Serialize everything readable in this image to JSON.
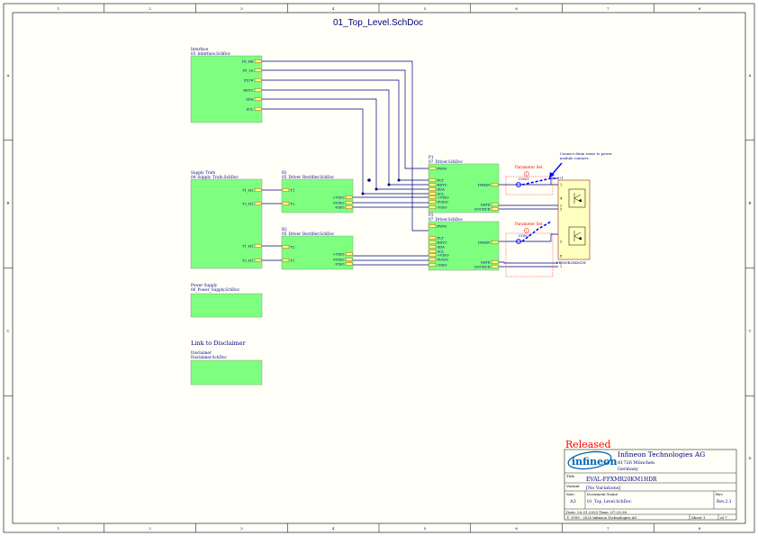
{
  "sheet": {
    "title": "01_Top_Level.SchDoc",
    "col_labels": [
      "1",
      "2",
      "3",
      "4",
      "5",
      "6",
      "7",
      "8"
    ],
    "row_labels": [
      "A",
      "B",
      "C",
      "D"
    ],
    "colors": {
      "background": "#fffff8",
      "border": "#000000",
      "sheet_block": "#7fff7f",
      "wire": "#00007f",
      "port": "#ffff80",
      "annotation": "#ff0000",
      "title": "#000080"
    }
  },
  "blocks": {
    "interface": {
      "designator": "Interface",
      "file": "03_Interface.SchDoc",
      "ports": [
        "IN_HS",
        "IN_LS",
        "FLT#",
        "RDYC",
        "SDA",
        "SCL"
      ]
    },
    "supply": {
      "designator": "Supply Trafo",
      "file": "04_Supply_Trafo.SchDoc",
      "ports": [
        "T1_H2",
        "T2_H1",
        "T1_H1",
        "T2_H1"
      ]
    },
    "rect1": {
      "designator": "R1",
      "file": "05_Driver_Rectifier.SchDoc",
      "in_ports": [
        "T1",
        "T2"
      ],
      "out_ports": [
        "+VISO",
        "0VISO",
        "-VISO"
      ]
    },
    "rect2": {
      "designator": "R2",
      "file": "05_Driver_Rectifier.SchDoc",
      "in_ports": [
        "T2",
        "T1"
      ],
      "out_ports": [
        "+VISO",
        "0VISO",
        "-VISO"
      ]
    },
    "driver1": {
      "designator": "P1",
      "file": "07_Driver.SchDoc",
      "left_ports": [
        "PWM",
        "FLT",
        "RDYC",
        "SDA",
        "SCL",
        "+VISO",
        "0VISO",
        "-VISO"
      ],
      "right_ports": [
        "DRAIN",
        "GATE",
        "SOURCE"
      ]
    },
    "driver2": {
      "designator": "P2",
      "file": "07_Driver.SchDoc",
      "left_ports": [
        "PWM",
        "FLT",
        "RDYC",
        "SDA",
        "SCL",
        "+VISO",
        "0VISO",
        "-VISO"
      ],
      "right_ports": [
        "DRAIN",
        "GATE",
        "SOURCE"
      ]
    },
    "power": {
      "designator": "Power Supply",
      "file": "06_Power_Supply.SchDoc"
    },
    "disclaimer": {
      "heading": "Link to Disclaimer",
      "designator": "Disclaimer",
      "file": "Disclaimer.SchDoc"
    }
  },
  "module": {
    "designator": "U1",
    "part": "FF300R20KM1H",
    "note": "Connect drain sense to power module contacts",
    "param_set_1": "Parameter Set",
    "param_set_2": "Parameter Set",
    "conn_1": "CON1",
    "conn_2": "CON2",
    "pins": [
      "1",
      "2",
      "3",
      "4",
      "5",
      "6",
      "7",
      "8"
    ]
  },
  "title_block": {
    "status": "Released",
    "logo": "infineon",
    "company": "Infineon Technologies AG",
    "address": "81726 München",
    "country": "Germany",
    "title_label": "Title",
    "title_value": "EVAL-FFXMR20KM1HDR",
    "variant_label": "Variant",
    "variant_value": "[No Variations]",
    "size_label": "Size:",
    "size_value": "A3",
    "docname_label": "Document Name",
    "docname_value": "01_Top_Level.SchDoc",
    "rev_label": "Rev.",
    "rev_value": "Rev.2.1",
    "date": "Date:  20.01.2025    Time:  07:23:38",
    "copyright": "© 1999 - 2025 Infineon Technologies AG",
    "sheet": "Sheet   1",
    "of": "of   7"
  }
}
